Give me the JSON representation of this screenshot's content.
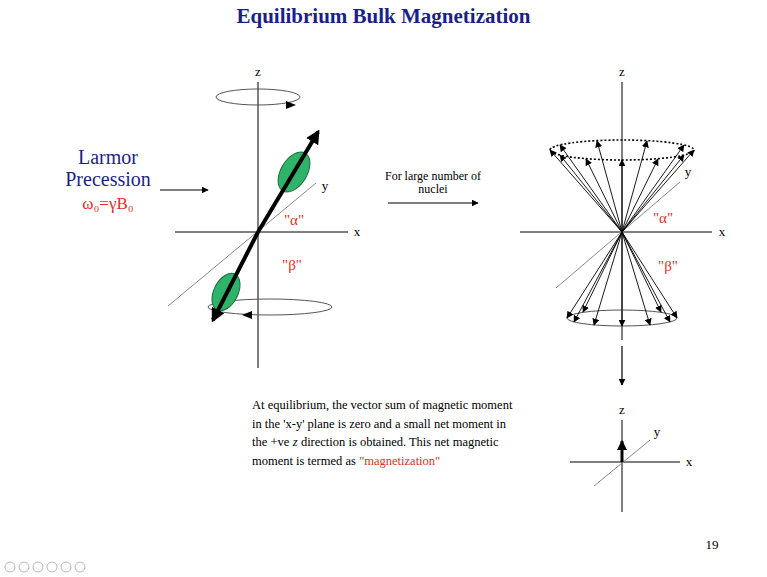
{
  "diagram": {
    "title": "Equilibrium Bulk Magnetization",
    "labels": [
      "Larmor Precession",
      "ω₀=γB₀",
      "z",
      "y",
      "x",
      "\"α\"",
      "\"β\"",
      "For large number of nuclei",
      "z",
      "y",
      "x",
      "\"α\"",
      "\"β\"",
      "z",
      "y",
      "x",
      "At equilibrium, the vector sum of magnetic moment in the 'x-y' plane is zero and a small net moment in the +ve",
      "z",
      "direction is obtained. This net magnetic moment is termed as",
      "\"magnetization\"",
      "19"
    ]
  }
}
